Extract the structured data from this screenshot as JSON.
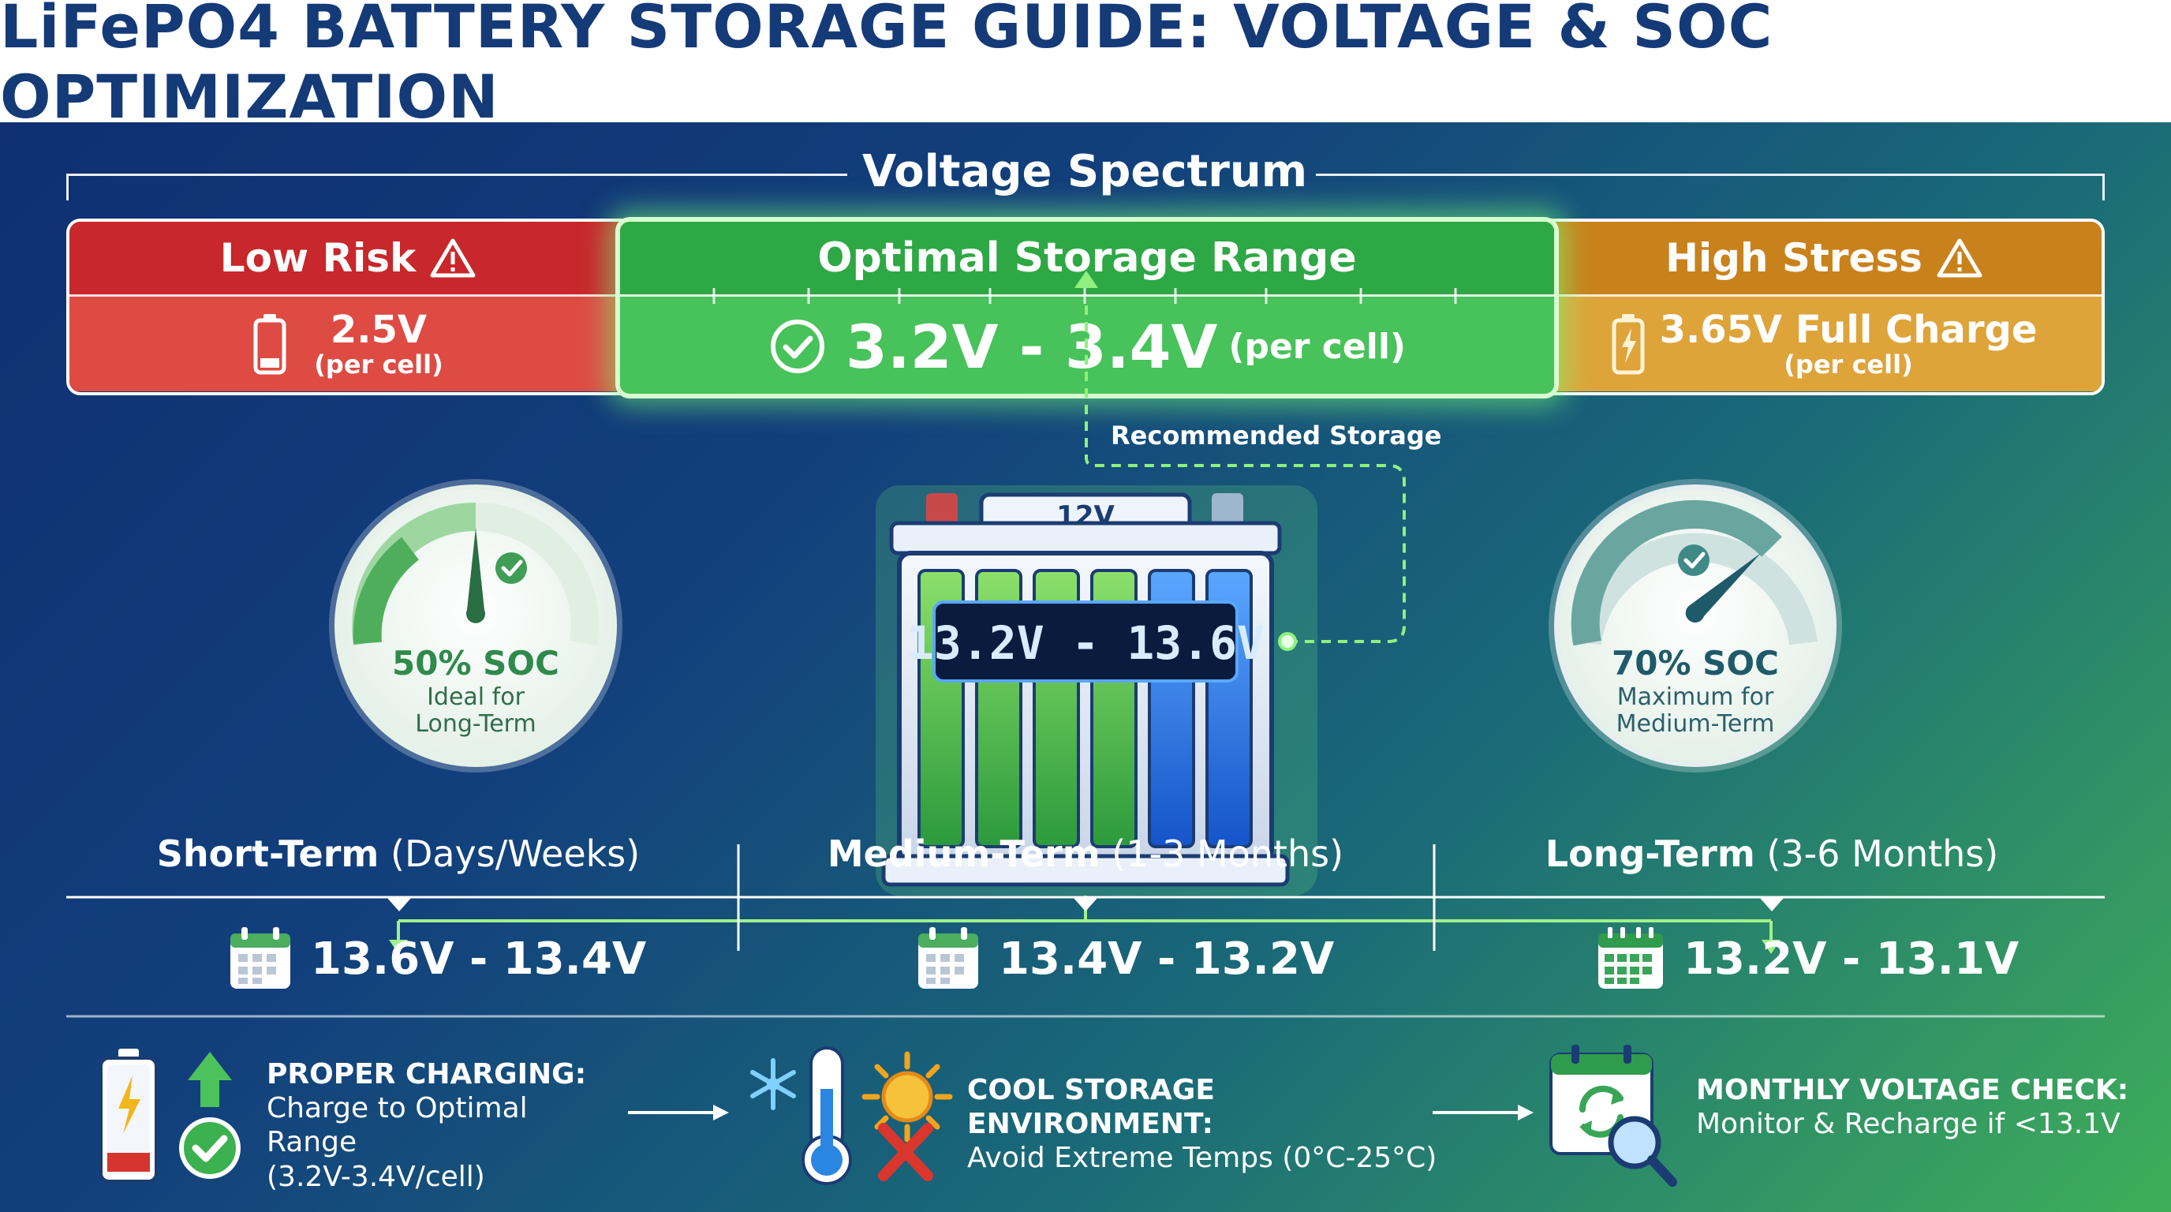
{
  "title": "LiFePO4 BATTERY STORAGE GUIDE: VOLTAGE & SOC OPTIMIZATION",
  "spectrum": {
    "label": "Voltage Spectrum",
    "low": {
      "label": "Low Risk",
      "value": "2.5V",
      "sub": "(per cell)",
      "color": "#c8272b"
    },
    "optimal": {
      "label": "Optimal Storage Range",
      "value": "3.2V - 3.4V",
      "sub": "(per cell)",
      "color": "#2ea845"
    },
    "high": {
      "label": "High Stress",
      "value": "3.65V Full Charge",
      "sub": "(per cell)",
      "color": "#c9821b"
    }
  },
  "recommended_label": "Recommended Storage",
  "battery": {
    "badge": "12V",
    "display": "13.2V - 13.6V"
  },
  "gauges": {
    "left": {
      "title": "50% SOC",
      "line1": "Ideal for",
      "line2": "Long-Term",
      "level": 0.5
    },
    "right": {
      "title": "70% SOC",
      "line1": "Maximum for",
      "line2": "Medium-Term",
      "level": 0.7
    }
  },
  "terms": {
    "short": {
      "name": "Short-Term",
      "period": "(Days/Weeks)",
      "range": "13.6V - 13.4V"
    },
    "medium": {
      "name": "Medium-Term",
      "period": "(1-3 Months)",
      "range": "13.4V - 13.2V"
    },
    "long": {
      "name": "Long-Term",
      "period": "(3-6 Months)",
      "range": "13.2V - 13.1V"
    }
  },
  "tips": {
    "charging": {
      "title": "PROPER CHARGING:",
      "line1": "Charge to Optimal Range",
      "line2": "(3.2V-3.4V/cell)"
    },
    "environment": {
      "title": "COOL STORAGE ENVIRONMENT:",
      "line1": "Avoid Extreme Temps (0°C-25°C)"
    },
    "check": {
      "title": "MONTHLY VOLTAGE CHECK:",
      "line1": "Monitor & Recharge if <13.1V"
    }
  },
  "icons": [
    "warning-icon",
    "low-battery-icon",
    "check-circle-icon",
    "charging-battery-icon",
    "calendar-icon",
    "thermometer-icon",
    "snowflake-icon",
    "sun-icon",
    "magnifier-icon"
  ]
}
